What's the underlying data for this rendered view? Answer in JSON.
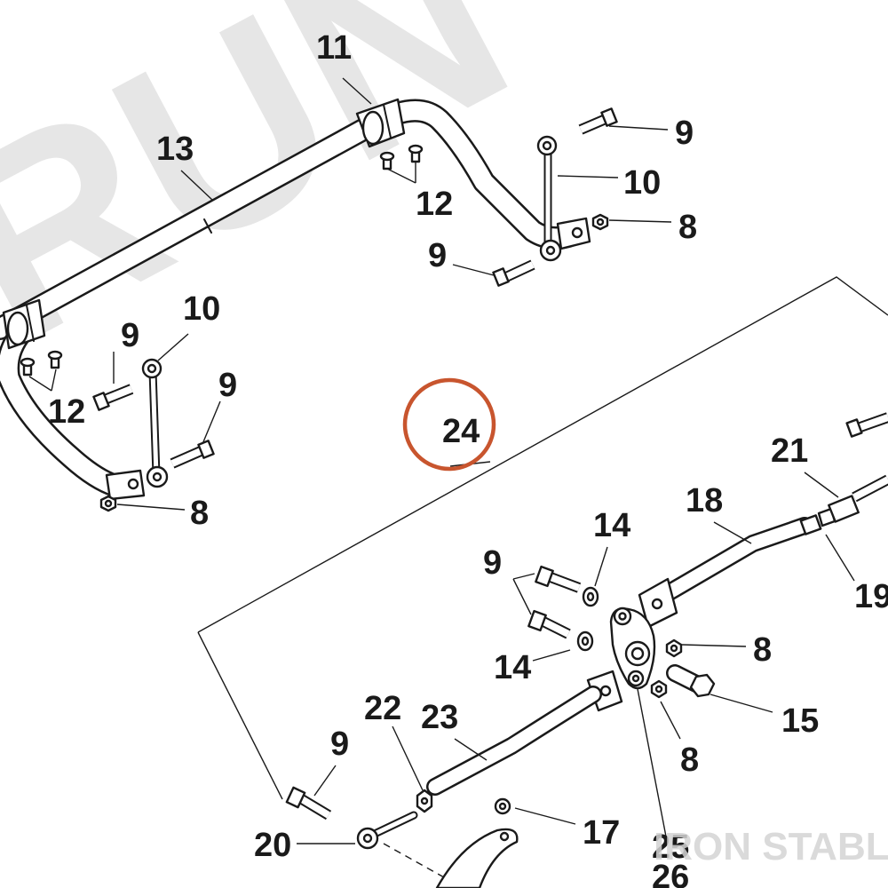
{
  "diagram": {
    "watermark_text": "RUN",
    "brand_text": "IRON STABLE",
    "highlight_color": "#c8552e",
    "highlight_callout": "24",
    "callouts": [
      {
        "id": "c11",
        "text": "11"
      },
      {
        "id": "c13",
        "text": "13"
      },
      {
        "id": "c9a",
        "text": "9"
      },
      {
        "id": "c10a",
        "text": "10"
      },
      {
        "id": "c12a",
        "text": "12"
      },
      {
        "id": "c8a",
        "text": "8"
      },
      {
        "id": "c9b",
        "text": "9"
      },
      {
        "id": "c10b",
        "text": "10"
      },
      {
        "id": "c9c",
        "text": "9"
      },
      {
        "id": "c9d",
        "text": "9"
      },
      {
        "id": "c12b",
        "text": "12"
      },
      {
        "id": "c8b",
        "text": "8"
      },
      {
        "id": "c24",
        "text": "24"
      },
      {
        "id": "c21",
        "text": "21"
      },
      {
        "id": "c18",
        "text": "18"
      },
      {
        "id": "c14a",
        "text": "14"
      },
      {
        "id": "c9e",
        "text": "9"
      },
      {
        "id": "c19",
        "text": "19"
      },
      {
        "id": "c8c",
        "text": "8"
      },
      {
        "id": "c14b",
        "text": "14"
      },
      {
        "id": "c15",
        "text": "15"
      },
      {
        "id": "c22",
        "text": "22"
      },
      {
        "id": "c23",
        "text": "23"
      },
      {
        "id": "c9f",
        "text": "9"
      },
      {
        "id": "c8d",
        "text": "8"
      },
      {
        "id": "c17",
        "text": "17"
      },
      {
        "id": "c20",
        "text": "20"
      },
      {
        "id": "c25",
        "text": "25"
      },
      {
        "id": "c26",
        "text": "26"
      }
    ]
  }
}
